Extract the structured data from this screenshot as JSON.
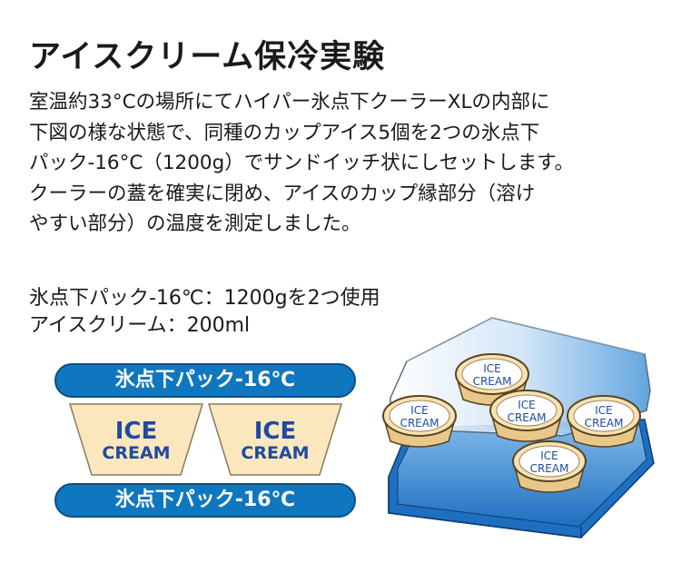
{
  "title": "アイスクリーム保冷実験",
  "description": [
    "室温約33°Cの場所にてハイパー氷点下クーラーXLの内部に",
    "下図の様な状態で、同種のカップアイス5個を2つの氷点下",
    "パック-16°C（1200g）でサンドイッチ状にしセットします。",
    "クーラーの蓋を確実に閉め、アイスのカップ縁部分（溶け",
    "やすい部分）の温度を測定しました。"
  ],
  "spec": {
    "line1": "氷点下パック-16℃：1200gを2つ使用",
    "line2": "アイスクリーム：200ml"
  },
  "diagram": {
    "pack_top": "氷点下パック-16℃",
    "pack_bottom": "氷点下パック-16℃",
    "cups": [
      {
        "line1": "ICE",
        "line2": "CREAM"
      },
      {
        "line1": "ICE",
        "line2": "CREAM"
      }
    ]
  },
  "illustration_cups": [
    {
      "line1": "ICE",
      "line2": "CREAM"
    },
    {
      "line1": "ICE",
      "line2": "CREAM"
    },
    {
      "line1": "ICE",
      "line2": "CREAM"
    },
    {
      "line1": "ICE",
      "line2": "CREAM"
    },
    {
      "line1": "ICE",
      "line2": "CREAM"
    }
  ],
  "colors": {
    "pack_blue": "#0f77bf",
    "cup_fill": "#fbe7bd",
    "label_blue": "#1f4aa0",
    "tray_blue": "#1f6fc0"
  }
}
